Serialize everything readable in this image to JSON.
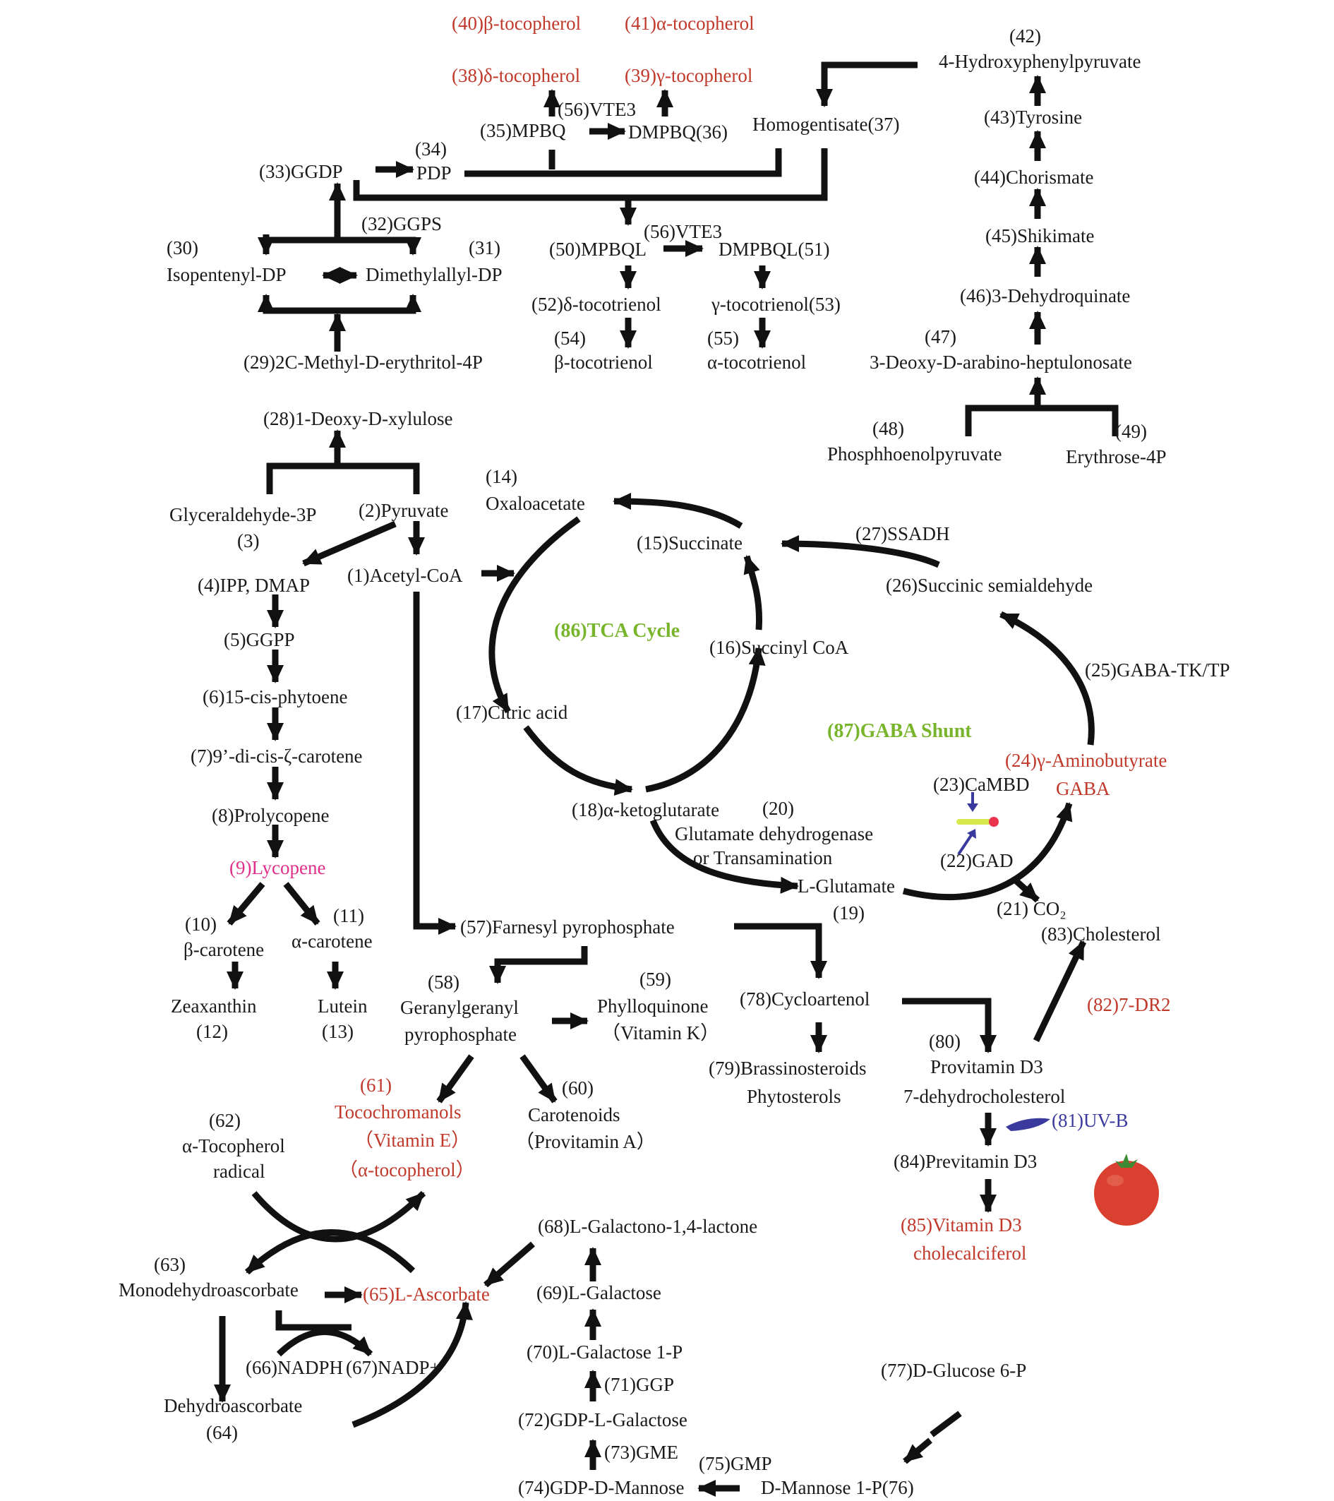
{
  "colors": {
    "text": "#1a1a1a",
    "highlight": "#c0392b",
    "lycopene": "#e0308a",
    "uvb": "#3a3a9e",
    "cycle_label": "#79b52c",
    "arrow": "#111111",
    "tomato": "#d9402f"
  },
  "icons": {
    "tomato": "tomato-icon",
    "uvb": "uv-b-icon",
    "enzyme": "enzyme-marker-icon"
  },
  "labels": {
    "n40": "(40)β-tocopherol",
    "n41": "(41)α-tocopherol",
    "n38": "(38)δ-tocopherol",
    "n39": "(39)γ-tocopherol",
    "n42_num": "(42)",
    "n42": "4-Hydroxyphenylpyruvate",
    "n56a": "(56)VTE3",
    "n35": "(35)MPBQ",
    "n36": "DMPBQ(36)",
    "n37": "Homogentisate(37)",
    "n43": "(43)Tyrosine",
    "n34_num": "(34)",
    "n34": "PDP",
    "n33": "(33)GGDP",
    "n44": "(44)Chorismate",
    "n32": "(32)GGPS",
    "n56b": "(56)VTE3",
    "n45": "(45)Shikimate",
    "n30_num": "(30)",
    "n30": "Isopentenyl-DP",
    "n31_num": "(31)",
    "n31": "Dimethylallyl-DP",
    "n50": "(50)MPBQL",
    "n51": "DMPBQL(51)",
    "n46": "(46)3-Dehydroquinate",
    "n52": "(52)δ-tocotrienol",
    "n53": "γ-tocotrienol(53)",
    "n54_num": "(54)",
    "n54": "β-tocotrienol",
    "n55_num": "(55)",
    "n55": "α-tocotrienol",
    "n47_num": "(47)",
    "n47": "3-Deoxy-D-arabino-heptulonosate",
    "n29": "(29)2C-Methyl-D-erythritol-4P",
    "n28": "(28)1-Deoxy-D-xylulose",
    "n48_num": "(48)",
    "n48": "Phosphhoenolpyruvate",
    "n49_num": "(49)",
    "n49": "Erythrose-4P",
    "n14_num": "(14)",
    "n14": "Oxaloacetate",
    "n3": "Glyceraldehyde-3P",
    "n3_num": "(3)",
    "n2": "(2)Pyruvate",
    "n27": "(27)SSADH",
    "n15": "(15)Succinate",
    "n26": "(26)Succinic semialdehyde",
    "n4": "(4)IPP, DMAP",
    "n1": "(1)Acetyl-CoA",
    "n86": "(86)TCA Cycle",
    "n5": "(5)GGPP",
    "n16": "(16)Succinyl CoA",
    "n25": "(25)GABA-TK/TP",
    "n6": "(6)15-cis-phytoene",
    "n17": "(17)Citric acid",
    "n87": "(87)GABA Shunt",
    "n7": "(7)9’-di-cis-ζ-carotene",
    "n24a": "(24)γ-Aminobutyrate",
    "n24b": "GABA",
    "n23": "(23)CaMBD",
    "n8": "(8)Prolycopene",
    "n18": "(18)α-ketoglutarate",
    "n20_num": "(20)",
    "n20a": "Glutamate dehydrogenase",
    "n20b": "or Transamination",
    "n22": "(22)GAD",
    "n9": "(9)Lycopene",
    "n19": "L-Glutamate",
    "n19_num": "(19)",
    "n21": "(21) CO₂",
    "n10_num": "(10)",
    "n10": "β-carotene",
    "n11_num": "(11)",
    "n11": "α-carotene",
    "n57": "(57)Farnesyl pyrophosphate",
    "n83": "(83)Cholesterol",
    "n12": "Zeaxanthin",
    "n12_num": "(12)",
    "n13": "Lutein",
    "n13_num": "(13)",
    "n58_num": "(58)",
    "n58a": "Geranylgeranyl",
    "n58b": "pyrophosphate",
    "n59_num": "(59)",
    "n59a": "Phylloquinone",
    "n59b": "（Vitamin K）",
    "n78": "(78)Cycloartenol",
    "n82": "(82)7-DR2",
    "n80_num": "(80)",
    "n80a": "Provitamin D3",
    "n80b": "7-dehydrocholesterol",
    "n61_num": "(61)",
    "n61a": "Tocochromanols",
    "n61b": "（Vitamin E）",
    "n61c": "（α-tocopherol）",
    "n60_num": "(60)",
    "n60a": "Carotenoids",
    "n60b": "（Provitamin A）",
    "n79a": "(79)Brassinosteroids",
    "n79b": "Phytosterols",
    "n81": "(81)UV-B",
    "n62_num": "(62)",
    "n62a": "α-Tocopherol",
    "n62b": "radical",
    "n84": "(84)Previtamin D3",
    "n85a": "(85)Vitamin D3",
    "n85b": "cholecalciferol",
    "n68": "(68)L-Galactono-1,4-lactone",
    "n63_num": "(63)",
    "n63": "Monodehydroascorbate",
    "n65": "(65)L-Ascorbate",
    "n69": "(69)L-Galactose",
    "n70": "(70)L-Galactose 1-P",
    "n66": "(66)NADPH",
    "n67": "(67)NADP+",
    "n77": "(77)D-Glucose 6-P",
    "n71": "(71)GGP",
    "n64a": "Dehydroascorbate",
    "n64_num": "(64)",
    "n72": "(72)GDP-L-Galactose",
    "n73": "(73)GME",
    "n75": "(75)GMP",
    "n74": "(74)GDP-D-Mannose",
    "n76": "D-Mannose 1-P(76)"
  }
}
